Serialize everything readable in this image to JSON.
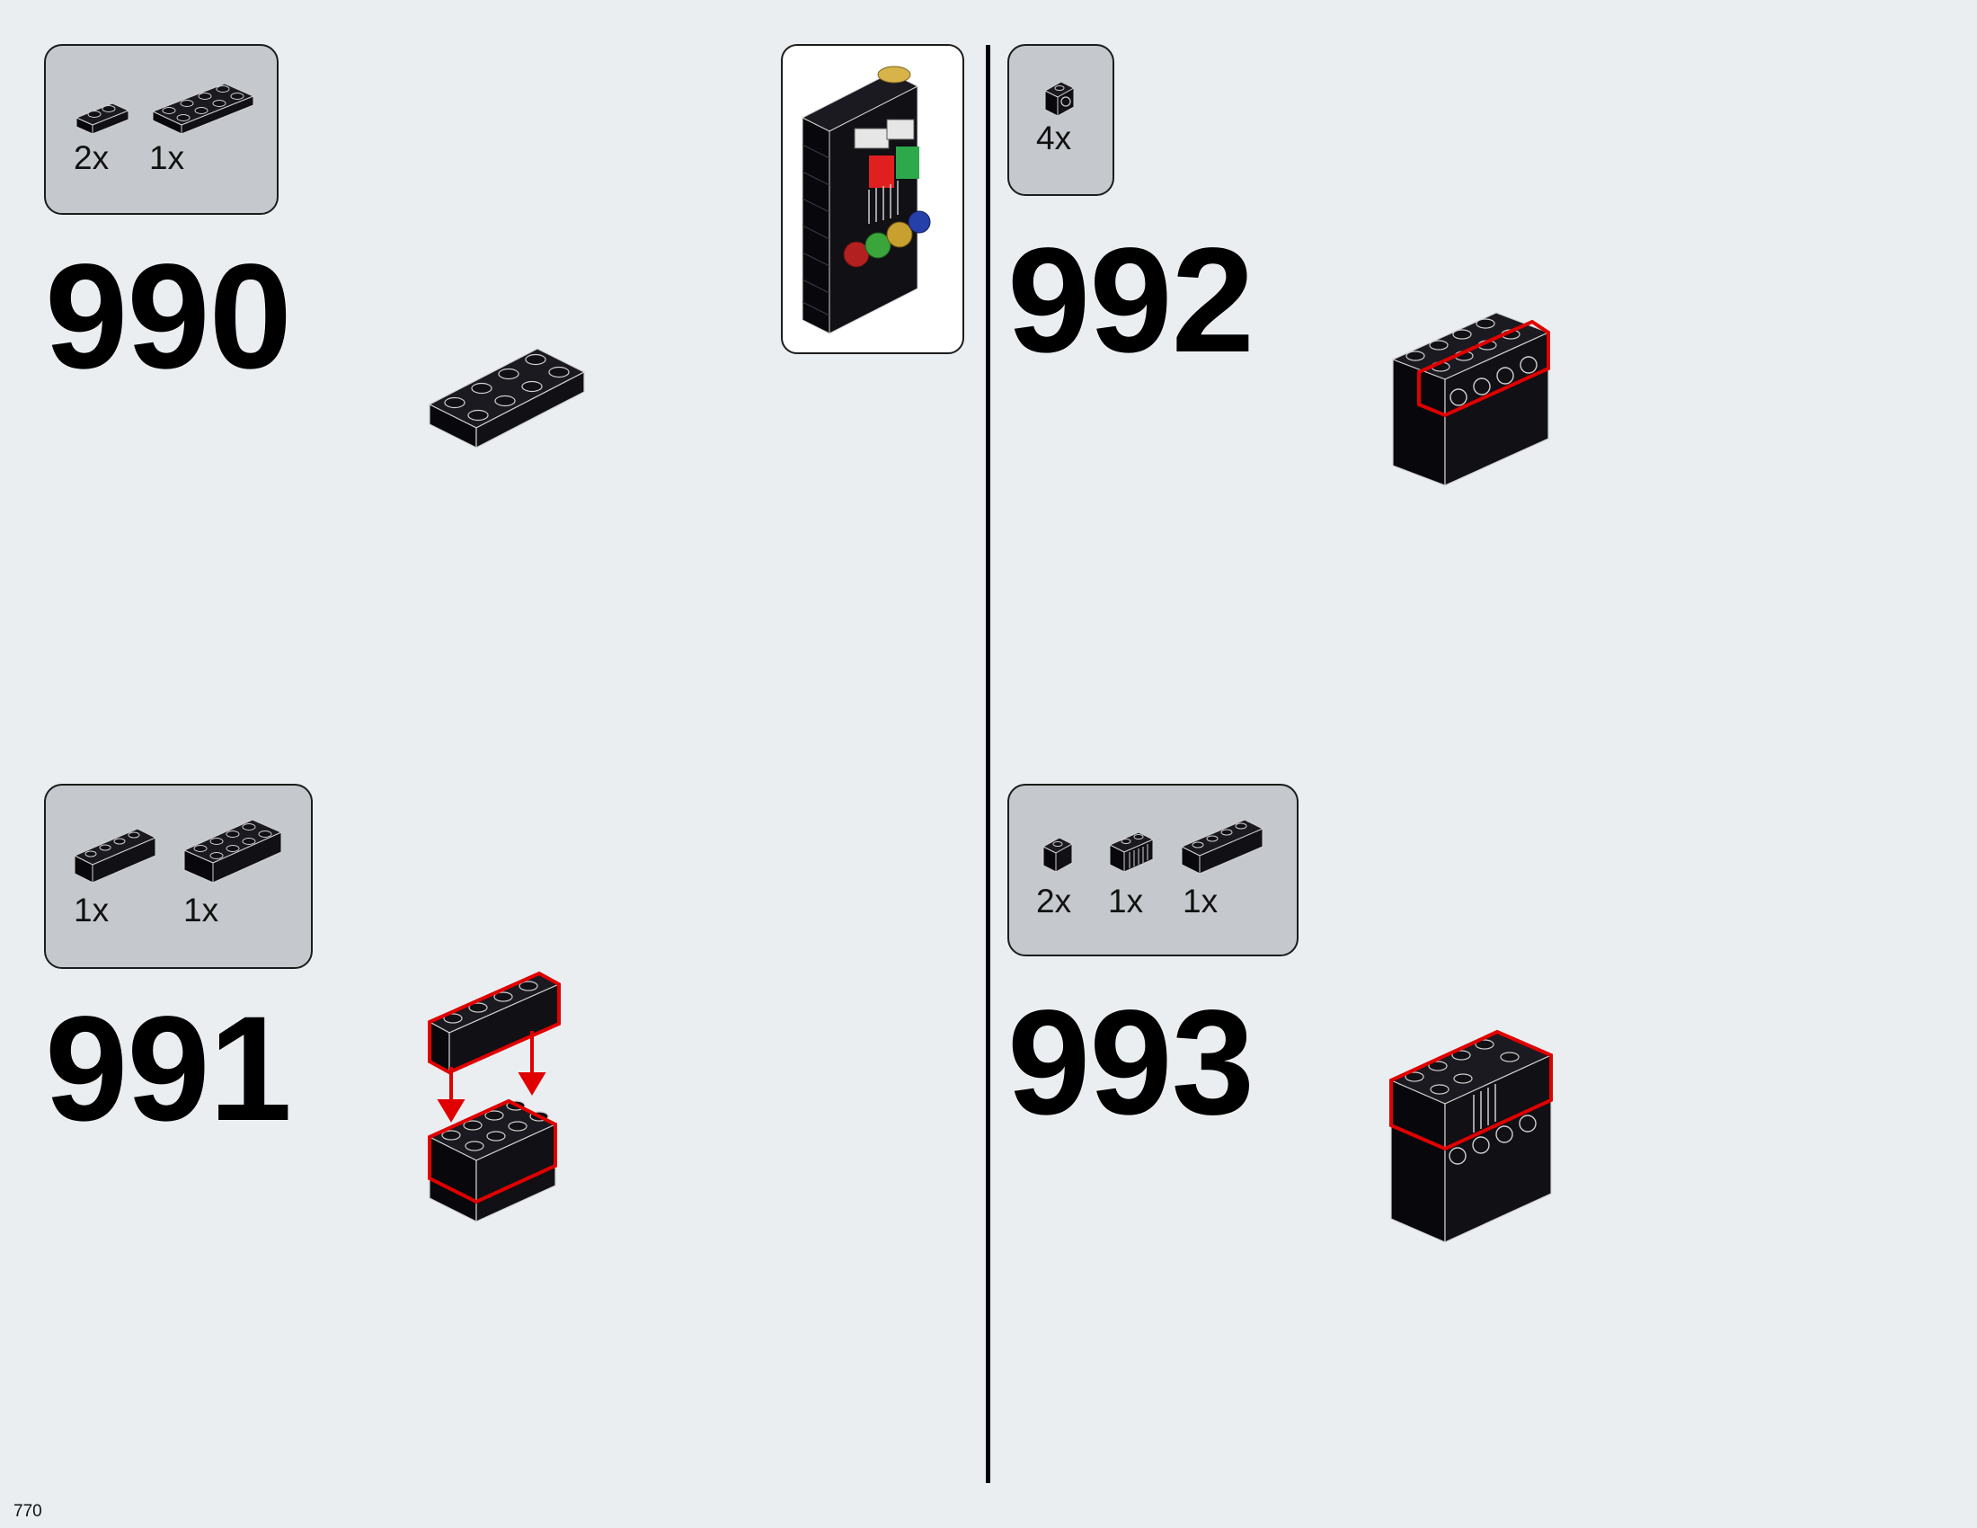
{
  "page": {
    "number": "770"
  },
  "steps": [
    {
      "number": "990",
      "parts": [
        {
          "qty": "2x",
          "name": "plate-1x2"
        },
        {
          "qty": "1x",
          "name": "plate-2x4"
        }
      ]
    },
    {
      "number": "991",
      "parts": [
        {
          "qty": "1x",
          "name": "brick-1x4"
        },
        {
          "qty": "1x",
          "name": "brick-2x4"
        }
      ]
    },
    {
      "number": "992",
      "parts": [
        {
          "qty": "4x",
          "name": "brick-1x1-with-stud-on-side"
        }
      ]
    },
    {
      "number": "993",
      "parts": [
        {
          "qty": "2x",
          "name": "brick-1x1"
        },
        {
          "qty": "1x",
          "name": "brick-1x2-grille"
        },
        {
          "qty": "1x",
          "name": "brick-1x4"
        }
      ]
    }
  ],
  "colors": {
    "background": "#eaeef1",
    "parts_box": "#c5c9cd",
    "brick": "#0b0b10",
    "highlight": "#e00000"
  },
  "icons": {
    "callout": "submodel-assembly-illustration",
    "arrow": "placement-arrow"
  }
}
